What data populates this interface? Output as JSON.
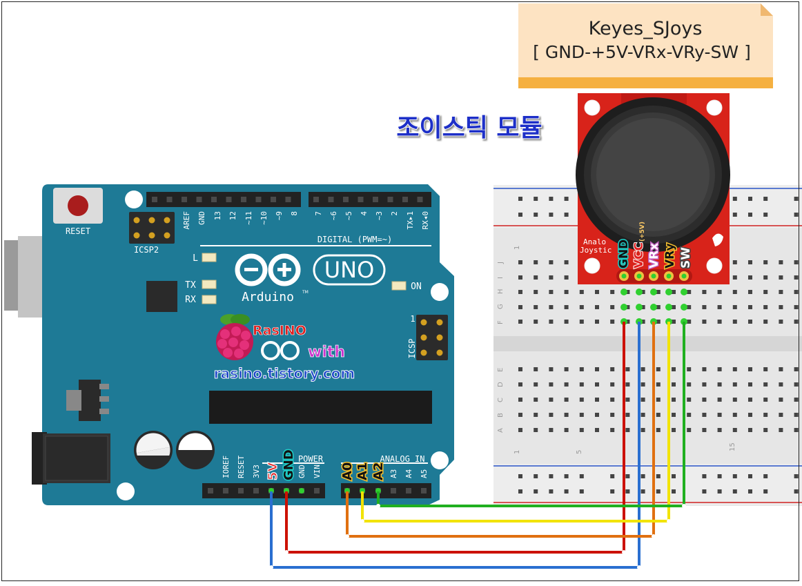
{
  "note": {
    "line1": "Keyes_SJoys",
    "line2": "[ GND-+5V-VRx-VRy-SW ]"
  },
  "module_title": "조이스틱 모듈",
  "arduino": {
    "reset": "RESET",
    "icsp2": "ICSP2",
    "icsp": "ICSP",
    "icsp_pin1": "1",
    "digital_label": "DIGITAL (PWM=~)",
    "top_pins": [
      "AREF",
      "GND",
      "13",
      "12",
      "~11",
      "~10",
      "~9",
      "8",
      "7",
      "~6",
      "~5",
      "4",
      "~3",
      "2",
      "TX▸1",
      "RX◂0"
    ],
    "led_l": "L",
    "led_tx": "TX",
    "led_rx": "RX",
    "led_on": "ON",
    "brand": "Arduino",
    "brand_tm": "TM",
    "model": "UNO",
    "power_label": "POWER",
    "analog_label": "ANALOG IN",
    "power_pins": [
      "IOREF",
      "RESET",
      "3V3",
      "5V",
      "GND",
      "GND",
      "VIN"
    ],
    "analog_pins": [
      "A0",
      "A1",
      "A2",
      "A3",
      "A4",
      "A5"
    ],
    "highlight_5v": "5V",
    "highlight_gnd": "GND",
    "highlight_a0": "A0",
    "highlight_a1": "A1",
    "highlight_a2": "A2",
    "logo_rasino": "RasINO",
    "logo_with": "with",
    "logo_url": "rasino.tistory.com"
  },
  "breadboard": {
    "rows_top": [
      "J",
      "I",
      "H",
      "G",
      "F"
    ],
    "rows_bottom": [
      "E",
      "D",
      "C",
      "B",
      "A"
    ],
    "col_1": "1",
    "col_5": "5",
    "col_15": "15"
  },
  "joystick": {
    "pins": [
      "GND",
      "VCC",
      "VRx",
      "VRy",
      "SW"
    ],
    "vcc_note": "(+5V)",
    "pcb_text1": "Analo",
    "pcb_text2": "Joystic"
  },
  "colors": {
    "board": "#1e7a96",
    "wire_red": "#cc1100",
    "wire_blue": "#2a6fd0",
    "wire_orange": "#e07010",
    "wire_yellow": "#f2e300",
    "wire_green": "#20b020",
    "note_bg": "#fde3c2",
    "pcb": "#d8231a"
  },
  "wires": [
    {
      "from": "GND",
      "to": "joystick GND",
      "color": "red"
    },
    {
      "from": "5V",
      "to": "joystick VCC",
      "color": "blue"
    },
    {
      "from": "A0",
      "to": "joystick VRx",
      "color": "orange"
    },
    {
      "from": "A1",
      "to": "joystick VRy",
      "color": "yellow"
    },
    {
      "from": "A2",
      "to": "joystick SW",
      "color": "green"
    }
  ]
}
